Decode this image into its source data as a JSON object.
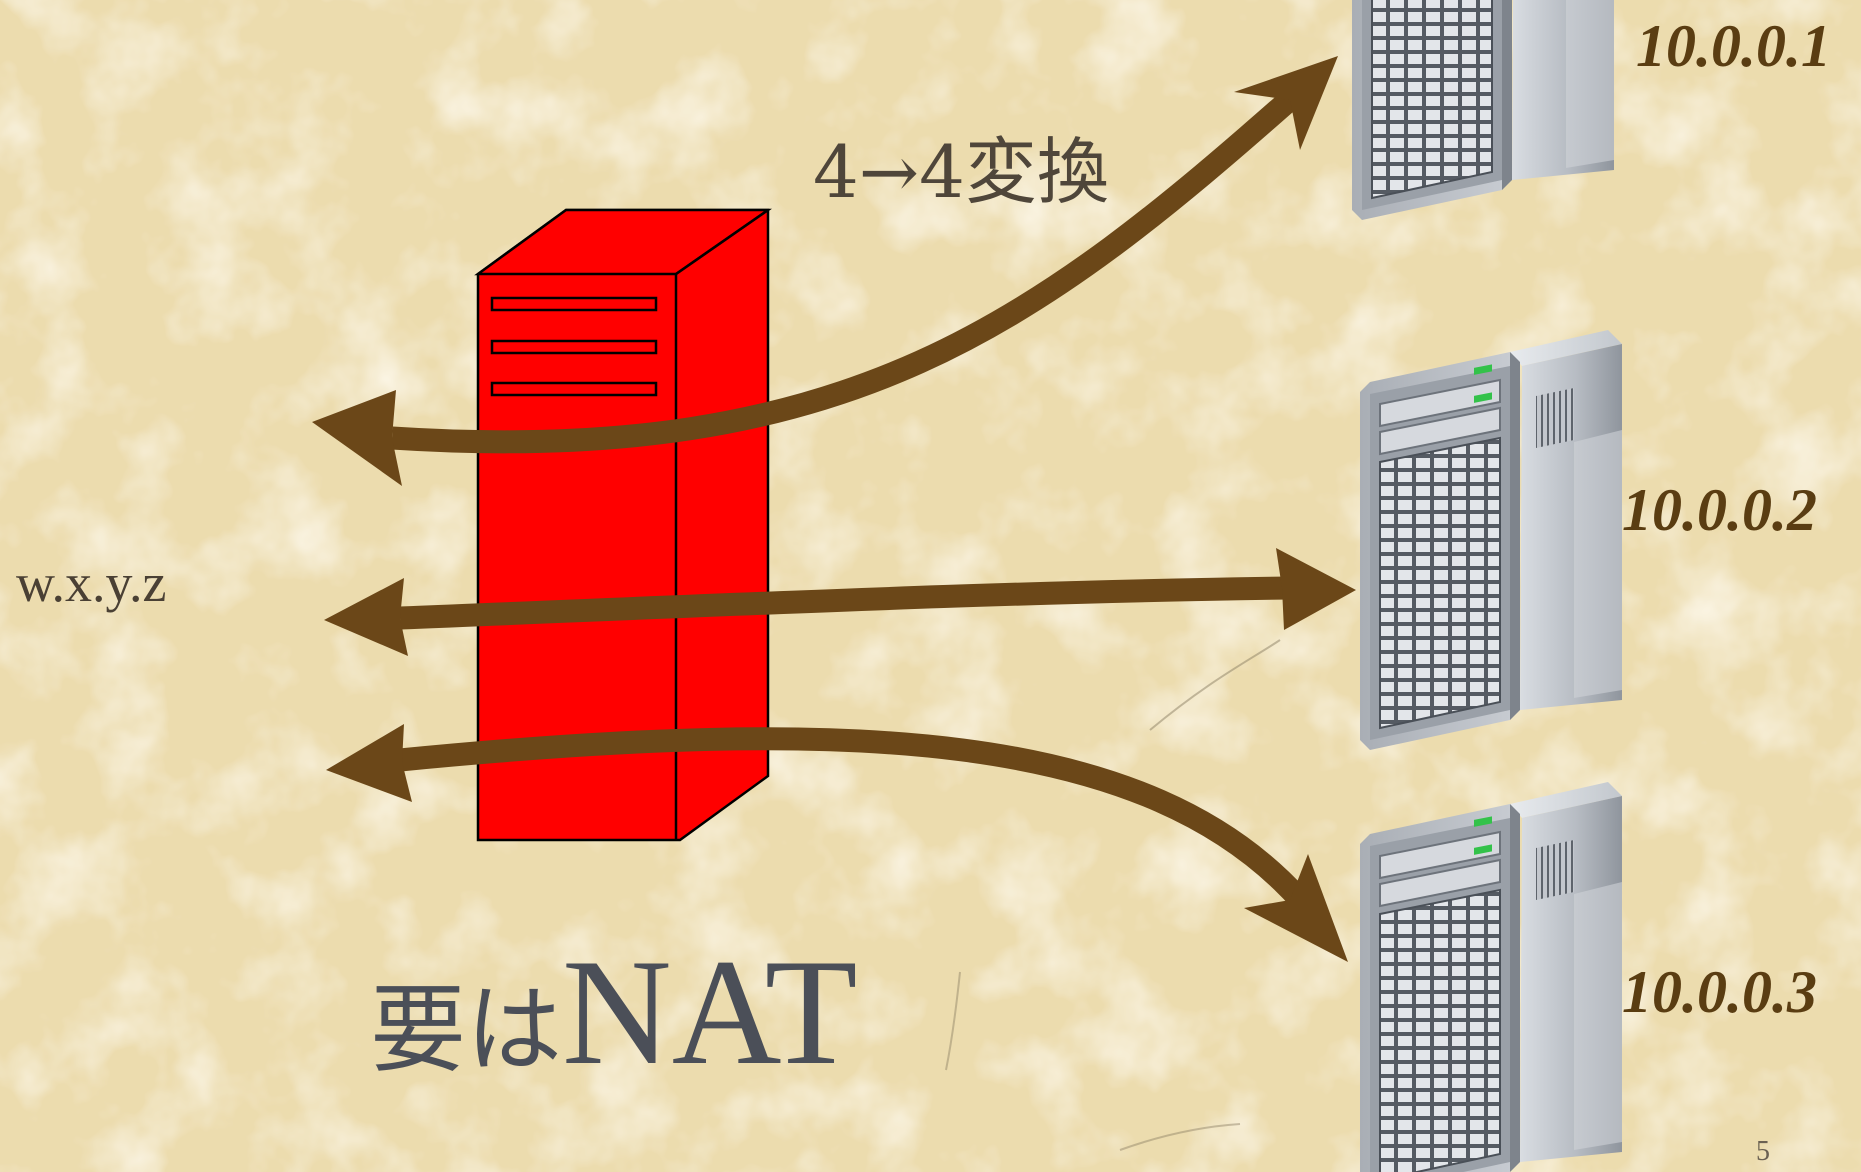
{
  "gateway": {
    "external_address": "w.x.y.z",
    "color": "#ff0000"
  },
  "conversion_label": "4→4変換",
  "caption": {
    "prefix": "要は",
    "acronym": "NAT"
  },
  "servers": [
    {
      "address": "10.0.0.1",
      "icon": "server-tower-icon"
    },
    {
      "address": "10.0.0.2",
      "icon": "server-tower-icon"
    },
    {
      "address": "10.0.0.3",
      "icon": "server-tower-icon"
    }
  ],
  "arrow_color": "#6b4718",
  "page_number": "5"
}
